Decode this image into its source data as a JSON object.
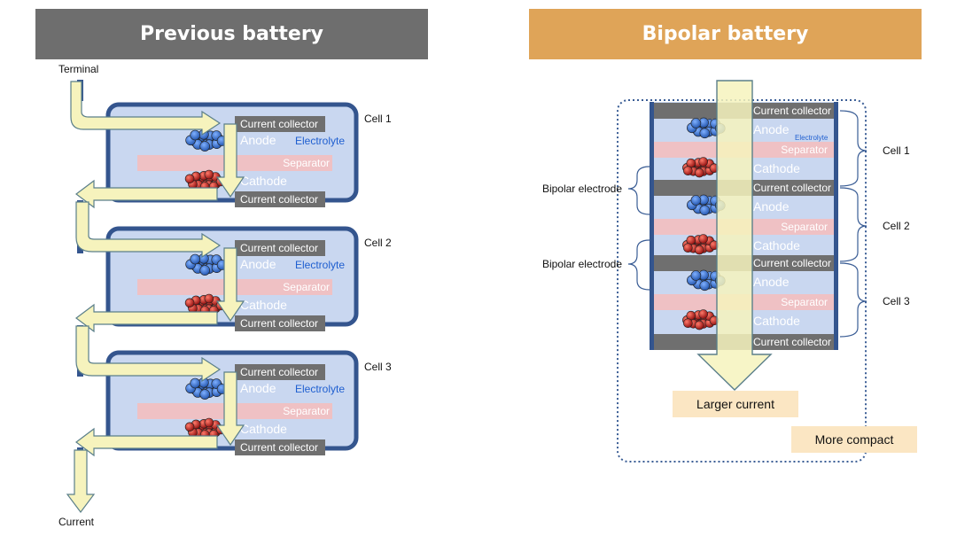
{
  "colors": {
    "left_header": "#6e6e6e",
    "right_header": "#dfa458",
    "cell_fill": "#c9d7f0",
    "cell_border": "#34558e",
    "collector": "#6f6f6f",
    "separator": "#efc1c4",
    "anode": "#2d68c8",
    "cathode": "#c01d1d",
    "arrow": "#f6f3bd",
    "arrow_stroke": "#5b7f8a",
    "note_box": "#fbe6c3"
  },
  "left": {
    "header": "Previous battery",
    "terminal": "Terminal",
    "current": "Current",
    "cells": [
      {
        "label": "Cell 1",
        "top_collector": "Current collector",
        "anode": "Anode",
        "electrolyte": "Electrolyte",
        "separator": "Separator",
        "cathode": "Cathode",
        "bottom_collector": "Current collector"
      },
      {
        "label": "Cell 2",
        "top_collector": "Current collector",
        "anode": "Anode",
        "electrolyte": "Electrolyte",
        "separator": "Separator",
        "cathode": "Cathode",
        "bottom_collector": "Current collector"
      },
      {
        "label": "Cell 3",
        "top_collector": "Current collector",
        "anode": "Anode",
        "electrolyte": "Electrolyte",
        "separator": "Separator",
        "cathode": "Cathode",
        "bottom_collector": "Current collector"
      }
    ]
  },
  "right": {
    "header": "Bipolar battery",
    "layers": [
      "Current collector",
      "Anode",
      "Electrolyte",
      "Separator",
      "Cathode",
      "Current collector",
      "Anode",
      "Separator",
      "Cathode",
      "Current collector",
      "Anode",
      "Separator",
      "Cathode",
      "Current collector"
    ],
    "cells": [
      "Cell 1",
      "Cell 2",
      "Cell 3"
    ],
    "bipolar_labels": [
      "Bipolar electrode",
      "Bipolar electrode"
    ],
    "larger_current": "Larger current",
    "more_compact": "More compact"
  }
}
